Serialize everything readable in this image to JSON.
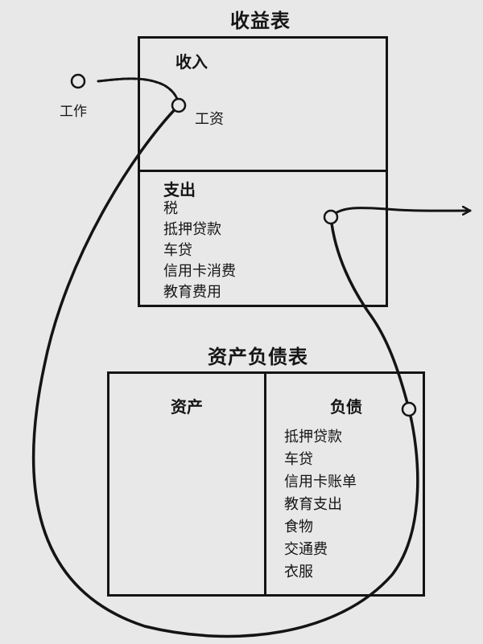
{
  "income_statement": {
    "title": "收益表",
    "income": {
      "title": "收入",
      "items": [
        "工资"
      ]
    },
    "expenses": {
      "title": "支出",
      "items": [
        "税",
        "抵押贷款",
        "车贷",
        "信用卡消费",
        "教育费用"
      ]
    }
  },
  "balance_sheet": {
    "title": "资产负债表",
    "assets": {
      "title": "资产",
      "items": []
    },
    "liabilities": {
      "title": "负债",
      "items": [
        "抵押贷款",
        "车贷",
        "信用卡账单",
        "教育支出",
        "食物",
        "交通费",
        "衣服"
      ]
    }
  },
  "external": {
    "work_label": "工作"
  }
}
